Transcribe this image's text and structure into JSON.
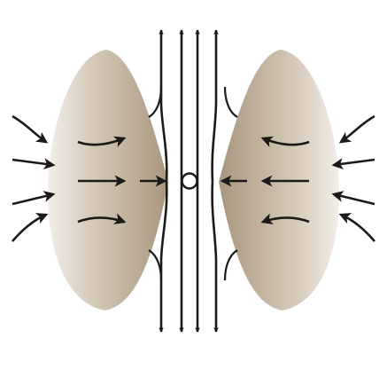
{
  "figure": {
    "text_labels": [],
    "colors": {
      "background": "#ffffff",
      "lobe_inner": "#a8977f",
      "lobe_mid": "#c9bca9",
      "lobe_outer": "#f2eee8",
      "arrows": "#1c1a19",
      "center_marker": "#1c1a19"
    },
    "elements": {
      "left_lobe": "left-lobe",
      "right_lobe": "right-lobe",
      "center_marker": "center-circle",
      "vertical_flow": "up-and-down-arrows",
      "horizontal_flow": "inflow-arrows-from-both-sides"
    }
  }
}
